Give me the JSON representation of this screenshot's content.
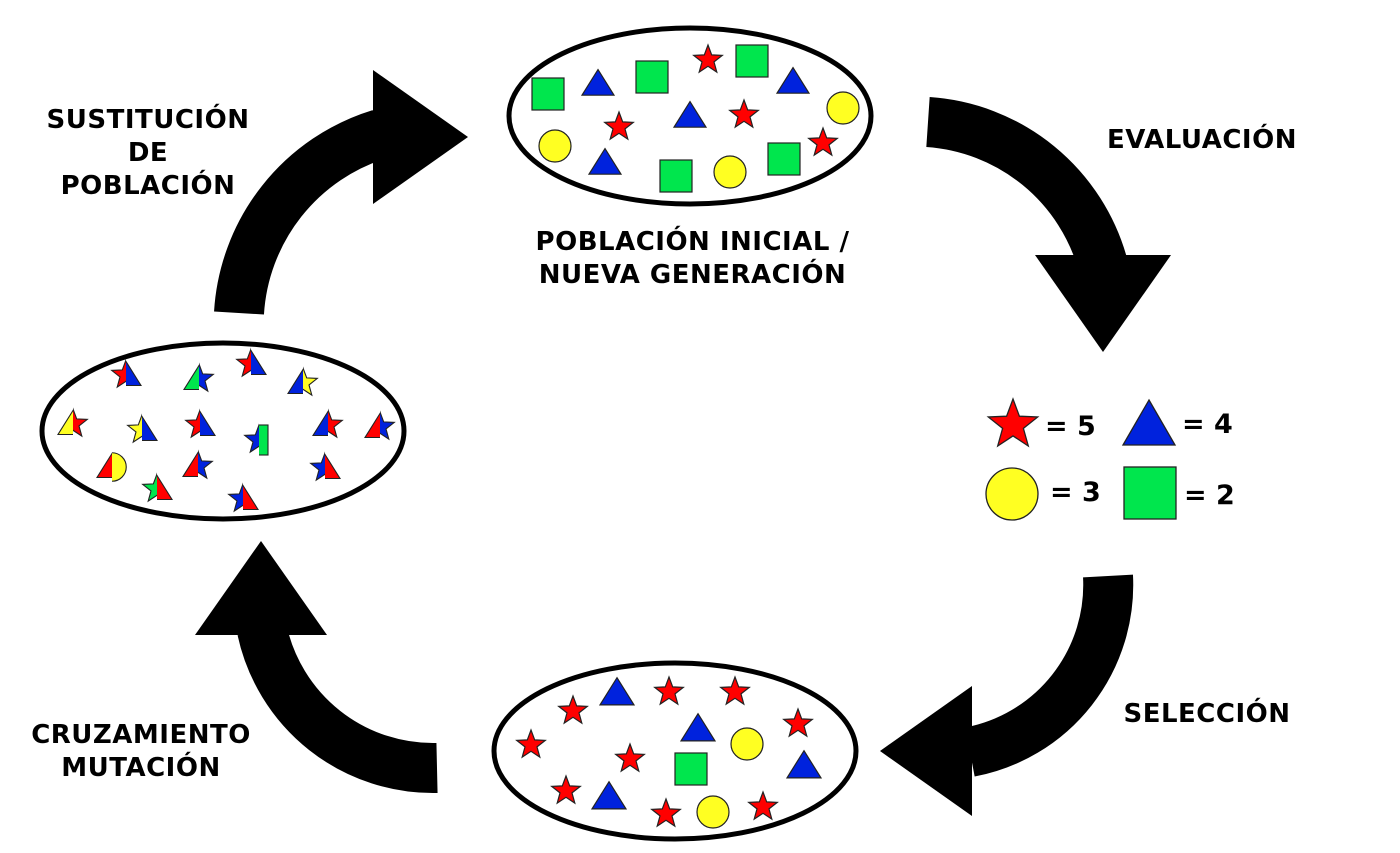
{
  "labels": {
    "initial_population": [
      "POBLACIÓN INICIAL /",
      "NUEVA GENERACIÓN"
    ],
    "evaluation": [
      "EVALUACIÓN"
    ],
    "selection": [
      "SELECCIÓN"
    ],
    "crossover_mutation": [
      "CRUZAMIENTO",
      "MUTACIÓN"
    ],
    "replacement": [
      "SUSTITUCIÓN",
      "DE",
      "POBLACIÓN"
    ]
  },
  "legend": [
    {
      "shape": "star",
      "value": "= 5",
      "color": "#ff0000"
    },
    {
      "shape": "triangle",
      "value": "= 4",
      "color": "#0022dd"
    },
    {
      "shape": "circle",
      "value": "= 3",
      "color": "#ffff22"
    },
    {
      "shape": "square",
      "value": "= 2",
      "color": "#00e64d"
    }
  ],
  "colors": {
    "star": "#ff0000",
    "triangle": "#0022dd",
    "circle": "#ffff22",
    "square": "#00e64d",
    "arrow": "#000000"
  }
}
